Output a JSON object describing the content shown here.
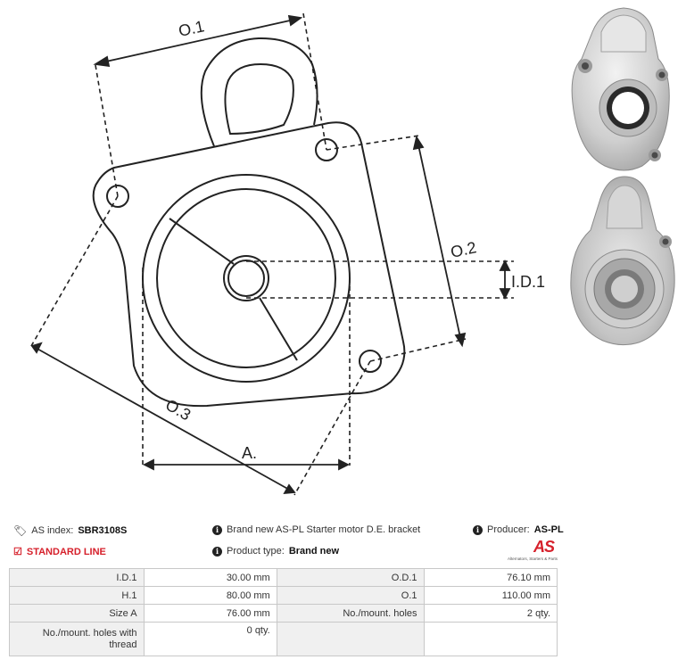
{
  "drawing": {
    "labels": {
      "o1": "O.1",
      "o2": "O.2",
      "o3": "O.3",
      "id1": "I.D.1",
      "a": "A."
    }
  },
  "product": {
    "as_index_label": "AS index:",
    "as_index_value": "SBR3108S",
    "description": "Brand new AS-PL Starter motor D.E. bracket",
    "producer_label": "Producer:",
    "producer_value": "AS-PL",
    "line_badge": "STANDARD LINE",
    "type_label": "Product type:",
    "type_value": "Brand new",
    "logo_text": "AS",
    "logo_subtext": "Alternators, Starters & Parts"
  },
  "specs": [
    {
      "l1": "I.D.1",
      "v1": "30.00 mm",
      "l2": "O.D.1",
      "v2": "76.10  mm"
    },
    {
      "l1": "H.1",
      "v1": "80.00 mm",
      "l2": "O.1",
      "v2": "110.00 mm"
    },
    {
      "l1": "Size A",
      "v1": "76.00 mm",
      "l2": "No./mount. holes",
      "v2": "2 qty."
    },
    {
      "l1": "No./mount. holes with thread",
      "v1": "0 qty.",
      "l2": "",
      "v2": ""
    }
  ],
  "colors": {
    "accent_red": "#d6202b",
    "table_label_bg": "#f0f0f0",
    "table_border": "#c8c8c8"
  }
}
